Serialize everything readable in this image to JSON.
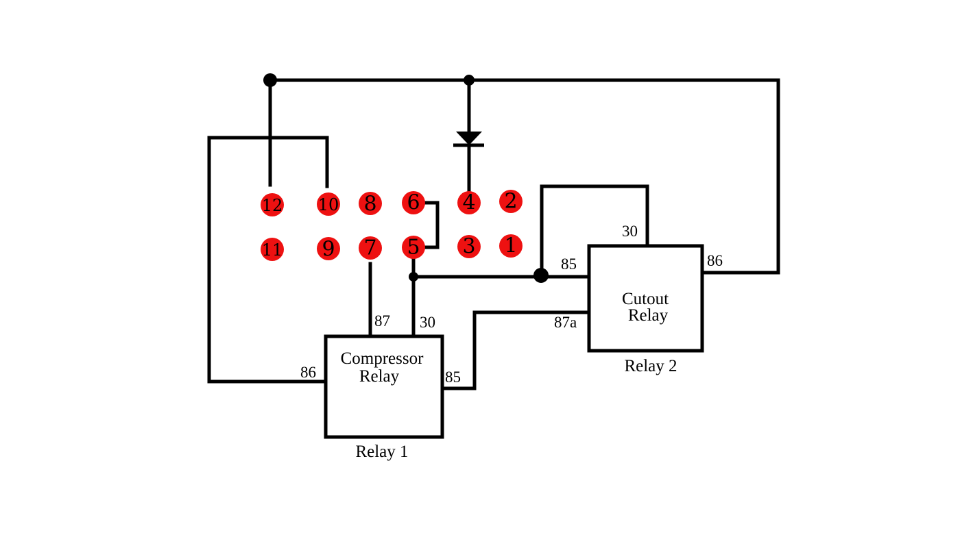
{
  "connector": {
    "pins": [
      "12",
      "10",
      "8",
      "6",
      "4",
      "2",
      "11",
      "9",
      "7",
      "5",
      "3",
      "1"
    ],
    "pin_color": "#ee1111"
  },
  "relay1": {
    "name_line1": "Compressor",
    "name_line2": "Relay",
    "caption": "Relay 1",
    "terminals": {
      "t87": "87",
      "t30": "30",
      "t86": "86",
      "t85": "85"
    }
  },
  "relay2": {
    "name_line1": "Cutout",
    "name_line2": "Relay",
    "caption": "Relay 2",
    "terminals": {
      "t30": "30",
      "t85": "85",
      "t86": "86",
      "t87a": "87a"
    }
  }
}
